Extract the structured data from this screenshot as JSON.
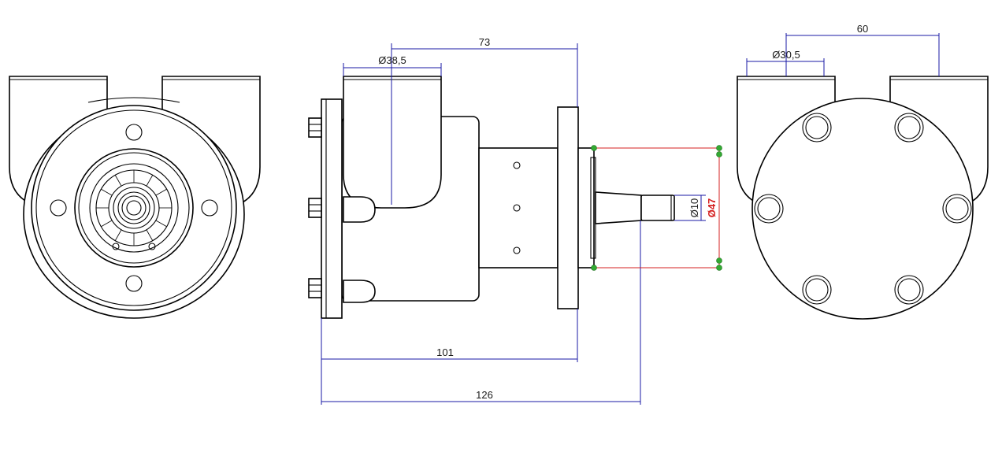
{
  "dimensions": {
    "length_73": "73",
    "bore_38_5": "Ø38,5",
    "length_101": "101",
    "length_126": "126",
    "shaft_10": "Ø10",
    "pilot_47": "Ø47",
    "port_30_5": "Ø30,5",
    "offset_60": "60"
  },
  "colors": {
    "outline": "#000000",
    "dimension": "#1a1aa6",
    "highlight": "#d42020",
    "point": "#33aa33"
  }
}
